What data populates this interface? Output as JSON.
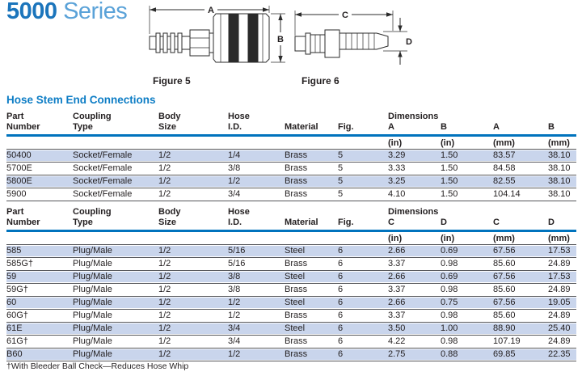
{
  "page": {
    "title_bold": "5000",
    "title_light": " Series",
    "section_heading": "Hose Stem End Connections",
    "footnote": "†With Bleeder Ball Check—Reduces Hose Whip"
  },
  "colors": {
    "title_blue": "#1b75bc",
    "title_light_blue": "#5aa2d8",
    "heading_blue": "#0d7dc5",
    "rule_blue": "#0073bd",
    "row_shade": "#c9d5ec",
    "line_gray": "#55565a",
    "ink": "#231f20"
  },
  "figures": [
    {
      "label": "Figure 5",
      "dim_h": "A",
      "dim_v": "B"
    },
    {
      "label": "Figure 6",
      "dim_h": "C",
      "dim_v": "D"
    }
  ],
  "tables": [
    {
      "name": "socket-female-table",
      "header": {
        "columns": [
          {
            "l1": "Part",
            "l2": "Number"
          },
          {
            "l1": "Coupling",
            "l2": "Type"
          },
          {
            "l1": "Body",
            "l2": "Size"
          },
          {
            "l1": "Hose",
            "l2": "I.D."
          },
          {
            "l1": "",
            "l2": "Material"
          },
          {
            "l1": "",
            "l2": "Fig."
          },
          {
            "l1": "Dimensions",
            "l2": "A"
          },
          {
            "l1": "",
            "l2": "B"
          },
          {
            "l1": "",
            "l2": "A"
          },
          {
            "l1": "",
            "l2": "B"
          }
        ],
        "units": [
          "",
          "",
          "",
          "",
          "",
          "",
          "(in)",
          "(in)",
          "(mm)",
          "(mm)"
        ]
      },
      "rows": [
        [
          "50400",
          "Socket/Female",
          "1/2",
          "1/4",
          "Brass",
          "5",
          "3.29",
          "1.50",
          "83.57",
          "38.10"
        ],
        [
          "5700E",
          "Socket/Female",
          "1/2",
          "3/8",
          "Brass",
          "5",
          "3.33",
          "1.50",
          "84.58",
          "38.10"
        ],
        [
          "5800E",
          "Socket/Female",
          "1/2",
          "1/2",
          "Brass",
          "5",
          "3.25",
          "1.50",
          "82.55",
          "38.10"
        ],
        [
          "5900",
          "Socket/Female",
          "1/2",
          "3/4",
          "Brass",
          "5",
          "4.10",
          "1.50",
          "104.14",
          "38.10"
        ]
      ]
    },
    {
      "name": "plug-male-table",
      "header": {
        "columns": [
          {
            "l1": "Part",
            "l2": "Number"
          },
          {
            "l1": "Coupling",
            "l2": "Type"
          },
          {
            "l1": "Body",
            "l2": "Size"
          },
          {
            "l1": "Hose",
            "l2": "I.D."
          },
          {
            "l1": "",
            "l2": "Material"
          },
          {
            "l1": "",
            "l2": "Fig."
          },
          {
            "l1": "Dimensions",
            "l2": "C"
          },
          {
            "l1": "",
            "l2": "D"
          },
          {
            "l1": "",
            "l2": "C"
          },
          {
            "l1": "",
            "l2": "D"
          }
        ],
        "units": [
          "",
          "",
          "",
          "",
          "",
          "",
          "(in)",
          "(in)",
          "(mm)",
          "(mm)"
        ]
      },
      "rows": [
        [
          "585",
          "Plug/Male",
          "1/2",
          "5/16",
          "Steel",
          "6",
          "2.66",
          "0.69",
          "67.56",
          "17.53"
        ],
        [
          "585G†",
          "Plug/Male",
          "1/2",
          "5/16",
          "Brass",
          "6",
          "3.37",
          "0.98",
          "85.60",
          "24.89"
        ],
        [
          "59",
          "Plug/Male",
          "1/2",
          "3/8",
          "Steel",
          "6",
          "2.66",
          "0.69",
          "67.56",
          "17.53"
        ],
        [
          "59G†",
          "Plug/Male",
          "1/2",
          "3/8",
          "Brass",
          "6",
          "3.37",
          "0.98",
          "85.60",
          "24.89"
        ],
        [
          "60",
          "Plug/Male",
          "1/2",
          "1/2",
          "Steel",
          "6",
          "2.66",
          "0.75",
          "67.56",
          "19.05"
        ],
        [
          "60G†",
          "Plug/Male",
          "1/2",
          "1/2",
          "Brass",
          "6",
          "3.37",
          "0.98",
          "85.60",
          "24.89"
        ],
        [
          "61E",
          "Plug/Male",
          "1/2",
          "3/4",
          "Steel",
          "6",
          "3.50",
          "1.00",
          "88.90",
          "25.40"
        ],
        [
          "61G†",
          "Plug/Male",
          "1/2",
          "3/4",
          "Brass",
          "6",
          "4.22",
          "0.98",
          "107.19",
          "24.89"
        ],
        [
          "B60",
          "Plug/Male",
          "1/2",
          "1/2",
          "Brass",
          "6",
          "2.75",
          "0.88",
          "69.85",
          "22.35"
        ]
      ]
    }
  ]
}
